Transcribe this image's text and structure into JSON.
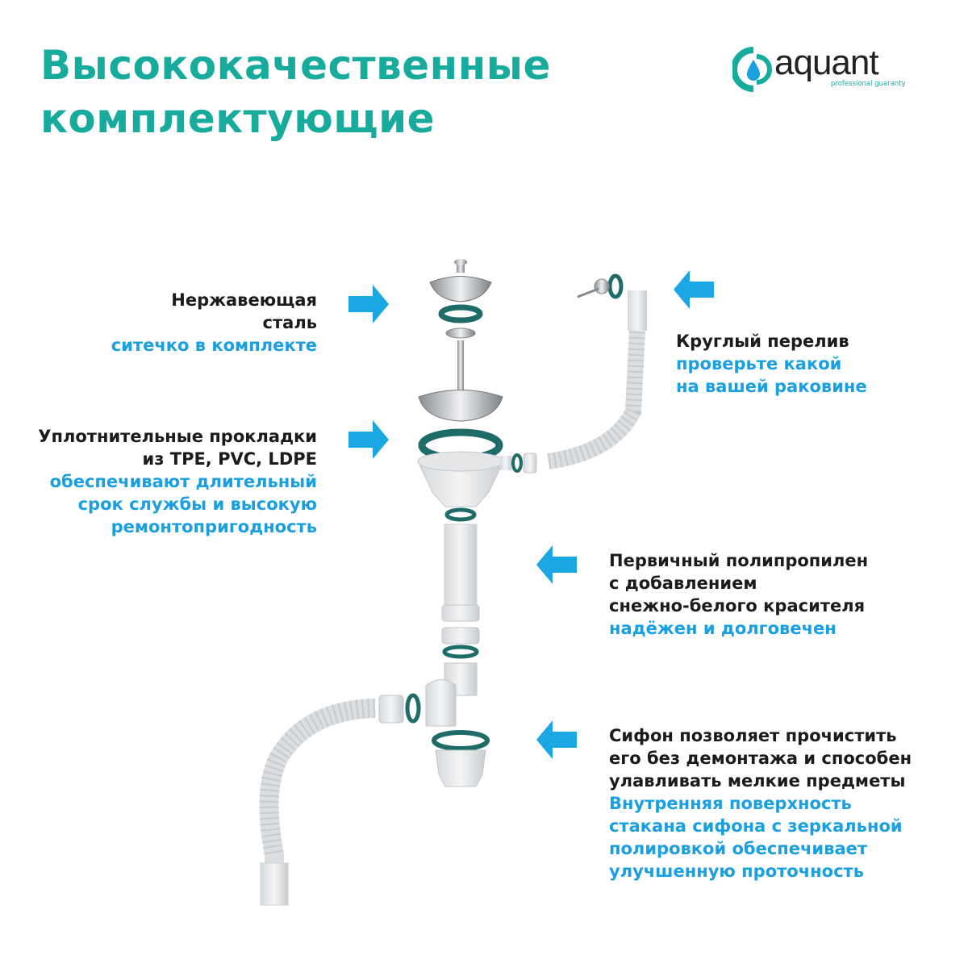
{
  "header": {
    "title_line1": "Высококачественные",
    "title_line2": "комплектующие"
  },
  "logo": {
    "brand": "aquant",
    "tagline": "professional guaranty"
  },
  "callouts": [
    {
      "lines": [
        "Нержавеющая",
        "сталь"
      ],
      "sub": [
        "ситечко в комплекте"
      ]
    },
    {
      "lines": [
        "Уплотнительные прокладки",
        "из TPE, PVC, LDPE"
      ],
      "sub": [
        "обеспечивают длительный",
        "срок службы и высокую",
        "ремонтопригодность"
      ]
    },
    {
      "lines": [
        "Круглый перелив"
      ],
      "sub": [
        "проверьте какой",
        "на вашей раковине"
      ]
    },
    {
      "lines": [
        "Первичный полипропилен",
        "с добавлением",
        "снежно-белого красителя"
      ],
      "sub": [
        "надёжен и долговечен"
      ]
    },
    {
      "lines": [
        "Сифон позволяет прочистить",
        "его без демонтажа и способен",
        "улавливать мелкие предметы"
      ],
      "sub": [
        "Внутренняя поверхность",
        "стакана сифона с зеркальной",
        "полировкой обеспечивает",
        "улучшенную проточность"
      ]
    }
  ],
  "colors": {
    "title": "#17ab9d",
    "accent_blue": "#1a9fe0",
    "arrow": "#1ba6e4",
    "gasket": "#1e6b68"
  }
}
